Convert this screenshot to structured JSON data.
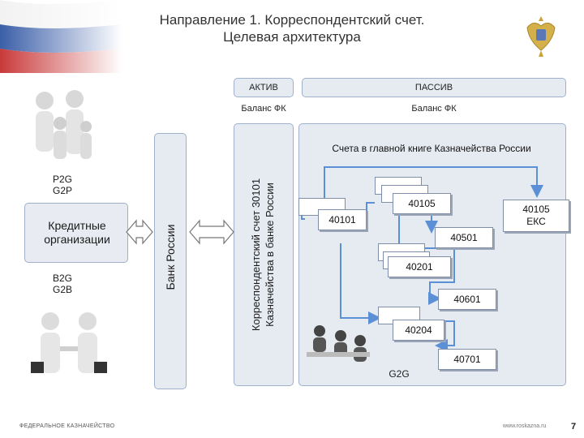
{
  "title": {
    "line1": "Направление 1. Корреспондентский счет.",
    "line2": "Целевая архитектура"
  },
  "header": {
    "aktiv": "АКТИВ",
    "passiv": "ПАССИВ",
    "balance_left": "Баланс ФК",
    "balance_right": "Баланс ФК"
  },
  "left": {
    "p2g_line1": "P2G",
    "p2g_line2": "G2P",
    "credit_orgs": "Кредитные организации",
    "b2g_line1": "B2G",
    "b2g_line2": "G2B"
  },
  "bank_russia": "Банк России",
  "corr_account": {
    "line1": "Корреспондентский счет 30101",
    "line2": "Казначейства в банке России"
  },
  "ledger_heading": "Счета в главной книге Казначейства России",
  "accounts": {
    "a40101": "40101",
    "a40105": "40105",
    "a40105_eks_1": "40105",
    "a40105_eks_2": "ЕКС",
    "a40501": "40501",
    "a40201": "40201",
    "a40601": "40601",
    "a40204": "40204",
    "a40701": "40701"
  },
  "g2g": "G2G",
  "footer": {
    "left": "ФЕДЕРАЛЬНОЕ КАЗНАЧЕЙСТВО",
    "right": "www.roskazna.ru",
    "page": "7"
  },
  "colors": {
    "arrow": "#5b8fd6",
    "box_fill": "#e6ebf2",
    "box_border": "#9fb0c8"
  }
}
